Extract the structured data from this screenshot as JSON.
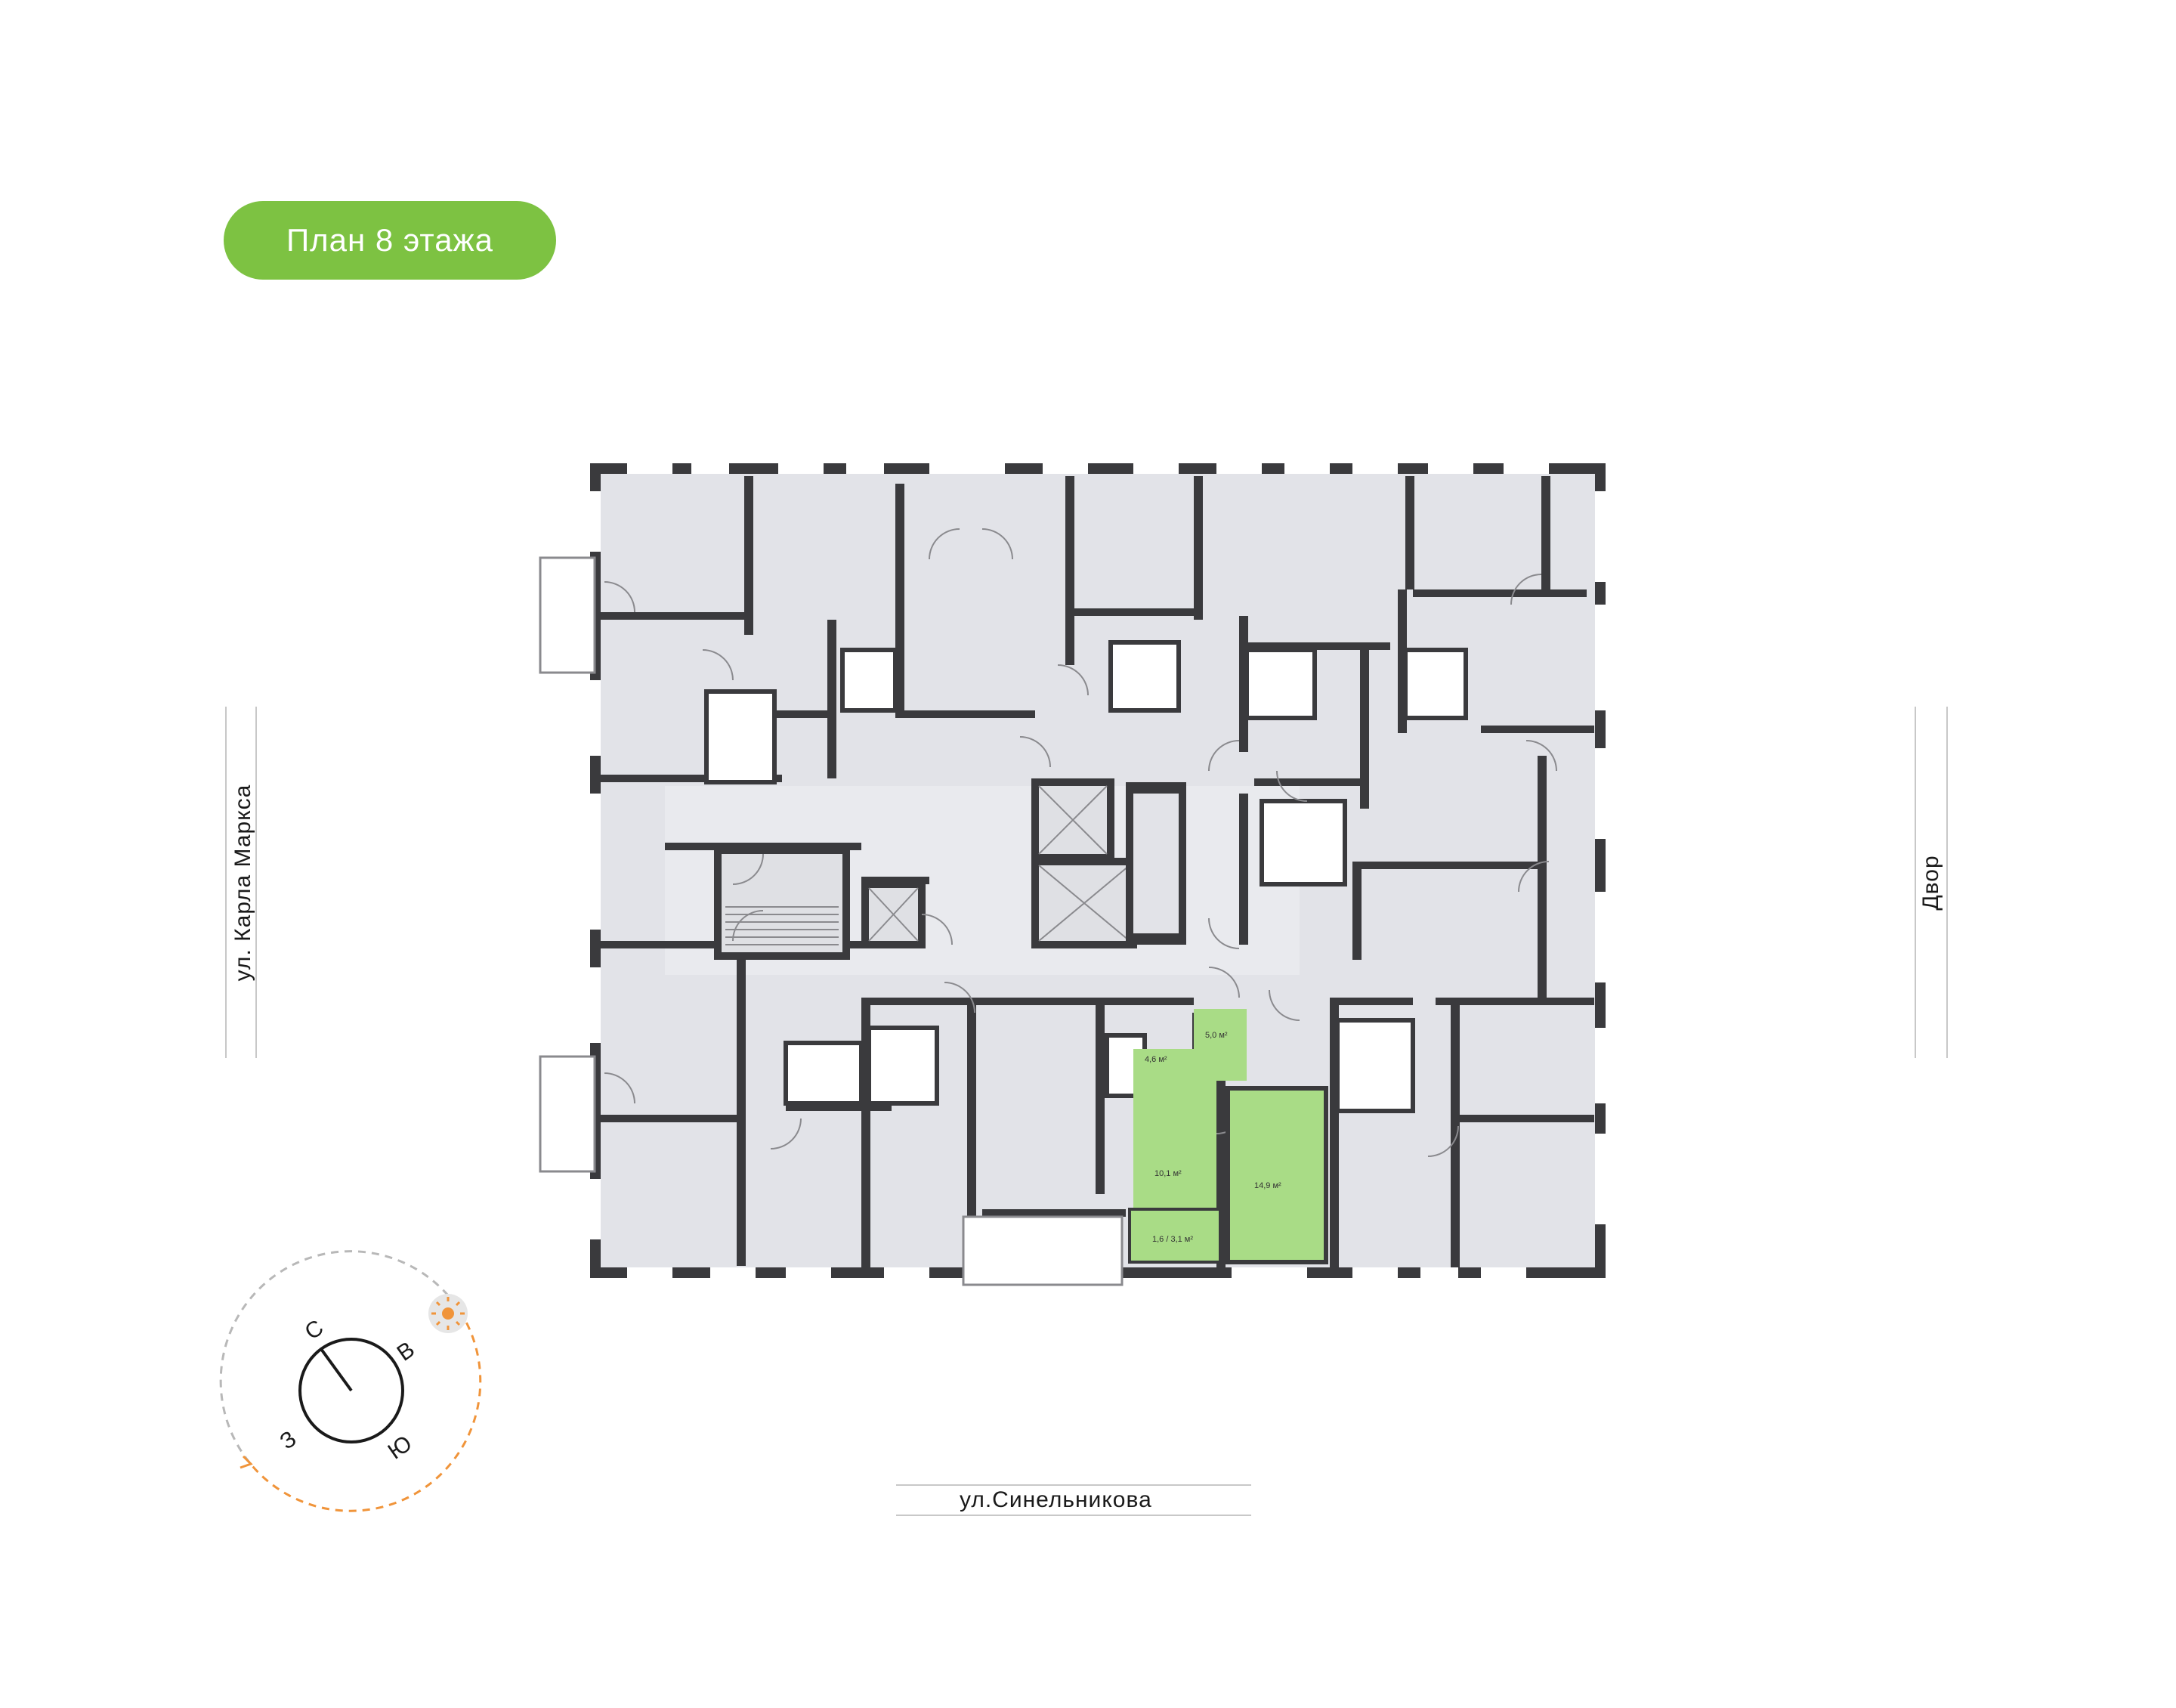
{
  "header": {
    "floor_title": "План 8 этажа"
  },
  "streets": {
    "west": "ул. Карла Маркса",
    "east": "Двор",
    "south": "ул.Синельникова"
  },
  "compass": {
    "north": "С",
    "east": "В",
    "south": "Ю",
    "west": "З"
  },
  "selected_apartment": {
    "rooms": [
      {
        "area": "5,0 м²"
      },
      {
        "area": "4,6 м²"
      },
      {
        "area": "10,1 м²"
      },
      {
        "area": "14,9 м²"
      },
      {
        "area": "1,6 / 3,1 м²"
      }
    ]
  },
  "colors": {
    "accent": "#7dc242",
    "highlight": "#a9dc86",
    "room_fill": "#e2e3e8",
    "wall": "#3a3a3d",
    "sun_path": "#f0943a"
  }
}
